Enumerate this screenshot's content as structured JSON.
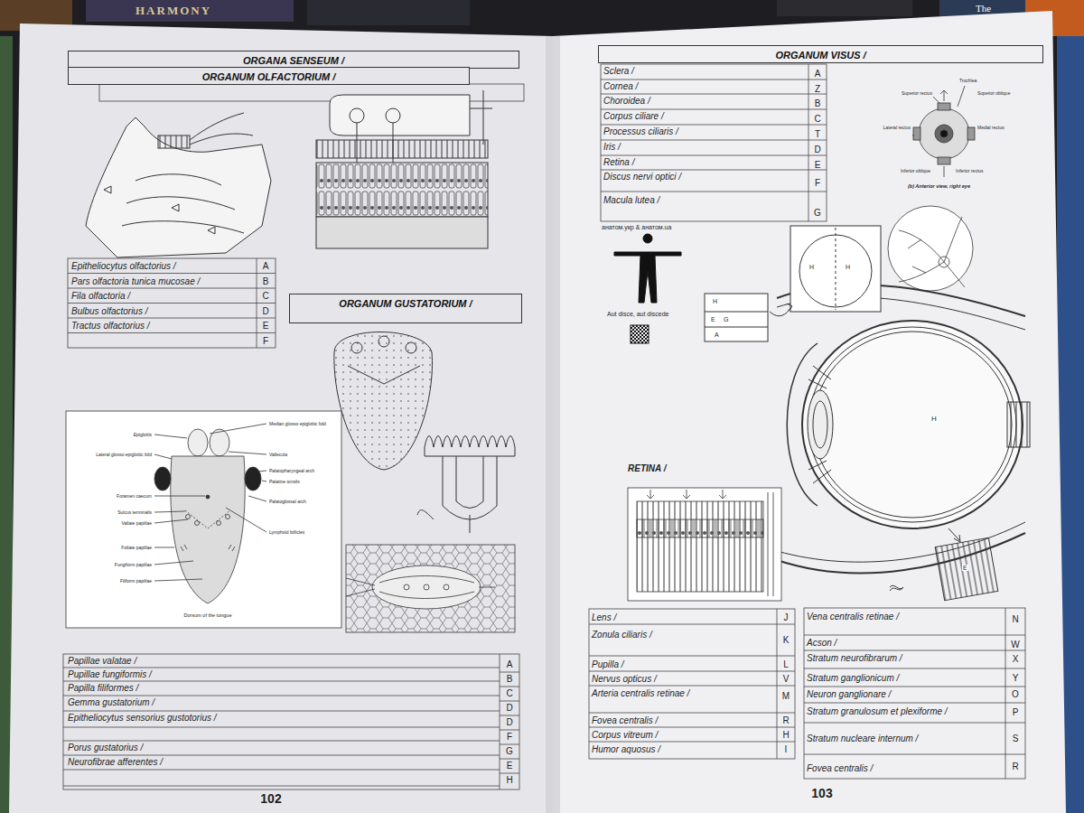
{
  "diagram": {
    "nodes": [
      {
        "text": [
          "ORGANA SENSEUM /"
        ]
      },
      {
        "text": [
          "ORGANUM OLFACTORIUM /"
        ]
      },
      {
        "text": [
          "ORGANUM GUSTATORIUM /"
        ]
      },
      {
        "text": [
          "ORGANUM VISUS /"
        ]
      }
    ],
    "labels": [
      "Epitheliocytus olfactorius /",
      "Pars olfactoria tunica mucosae /",
      "Fila olfactoria /",
      "Bulbus olfactorius /",
      "Tractus olfactorius /",
      "A",
      "B",
      "C",
      "D",
      "E",
      "F",
      "Epiglottis",
      "Lateral glosso epiglottic fold",
      "Foramen caecum",
      "Sulcus terminalis",
      "Vallate papillae",
      "Foliate papillae",
      "Fungiform papillae",
      "Filiform papillae",
      "Median glosso epiglottic fold",
      "Vallecula",
      "Palatopharyngeal arch",
      "Palatine tonsils",
      "Palatoglossal arch",
      "Lymphoid follicles",
      "Dorsum of the tongue",
      "Papillae valatae /",
      "Pupillae fungiformis /",
      "Papilla filiformes /",
      "Gemma gustatorium /",
      "Epitheliocytus sensorius gustotorius /",
      "Porus gustatorius /",
      "Neurofibrae afferentes /",
      "A",
      "B",
      "C",
      "D",
      "D",
      "F",
      "G",
      "E",
      "H",
      "102",
      "Sclera /",
      "Cornea /",
      "Choroidea /",
      "Corpus ciliare /",
      "Processus ciliaris /",
      "Iris /",
      "Retina /",
      "Discus nervi optici /",
      "Macula lutea /",
      "A",
      "Z",
      "B",
      "C",
      "T",
      "D",
      "E",
      "F",
      "G",
      "Superior rectus",
      "Trochlea",
      "Superior oblique",
      "Lateral rectus",
      "Medial rectus",
      "Inferior oblique",
      "Inferior rectus",
      "(b) Anterior view, right eye",
      "анатом.укр & анатом.ua",
      "Aut disce, aut discede",
      "H",
      "H",
      "H",
      "E",
      "G",
      "A",
      "H",
      "E",
      "RETINA /",
      "Lens /",
      "Zonula ciliaris /",
      "Pupilla /",
      "Nervus opticus /",
      "Arteria centralis retinae /",
      "Fovea centralis /",
      "Corpus vitreum /",
      "Humor aquosus /",
      "J",
      "K",
      "L",
      "V",
      "M",
      "R",
      "H",
      "I",
      "Vena centralis retinae /",
      "Acson /",
      "Stratum neurofibrarum /",
      "Stratum ganglionicum /",
      "Neuron ganglionare /",
      "Stratum granulosum et plexiforme /",
      "Stratum nucleare internum /",
      "Fovea centralis /",
      "N",
      "W",
      "X",
      "Y",
      "O",
      "P",
      "S",
      "R",
      "103",
      "HARMONY",
      "The"
    ]
  }
}
